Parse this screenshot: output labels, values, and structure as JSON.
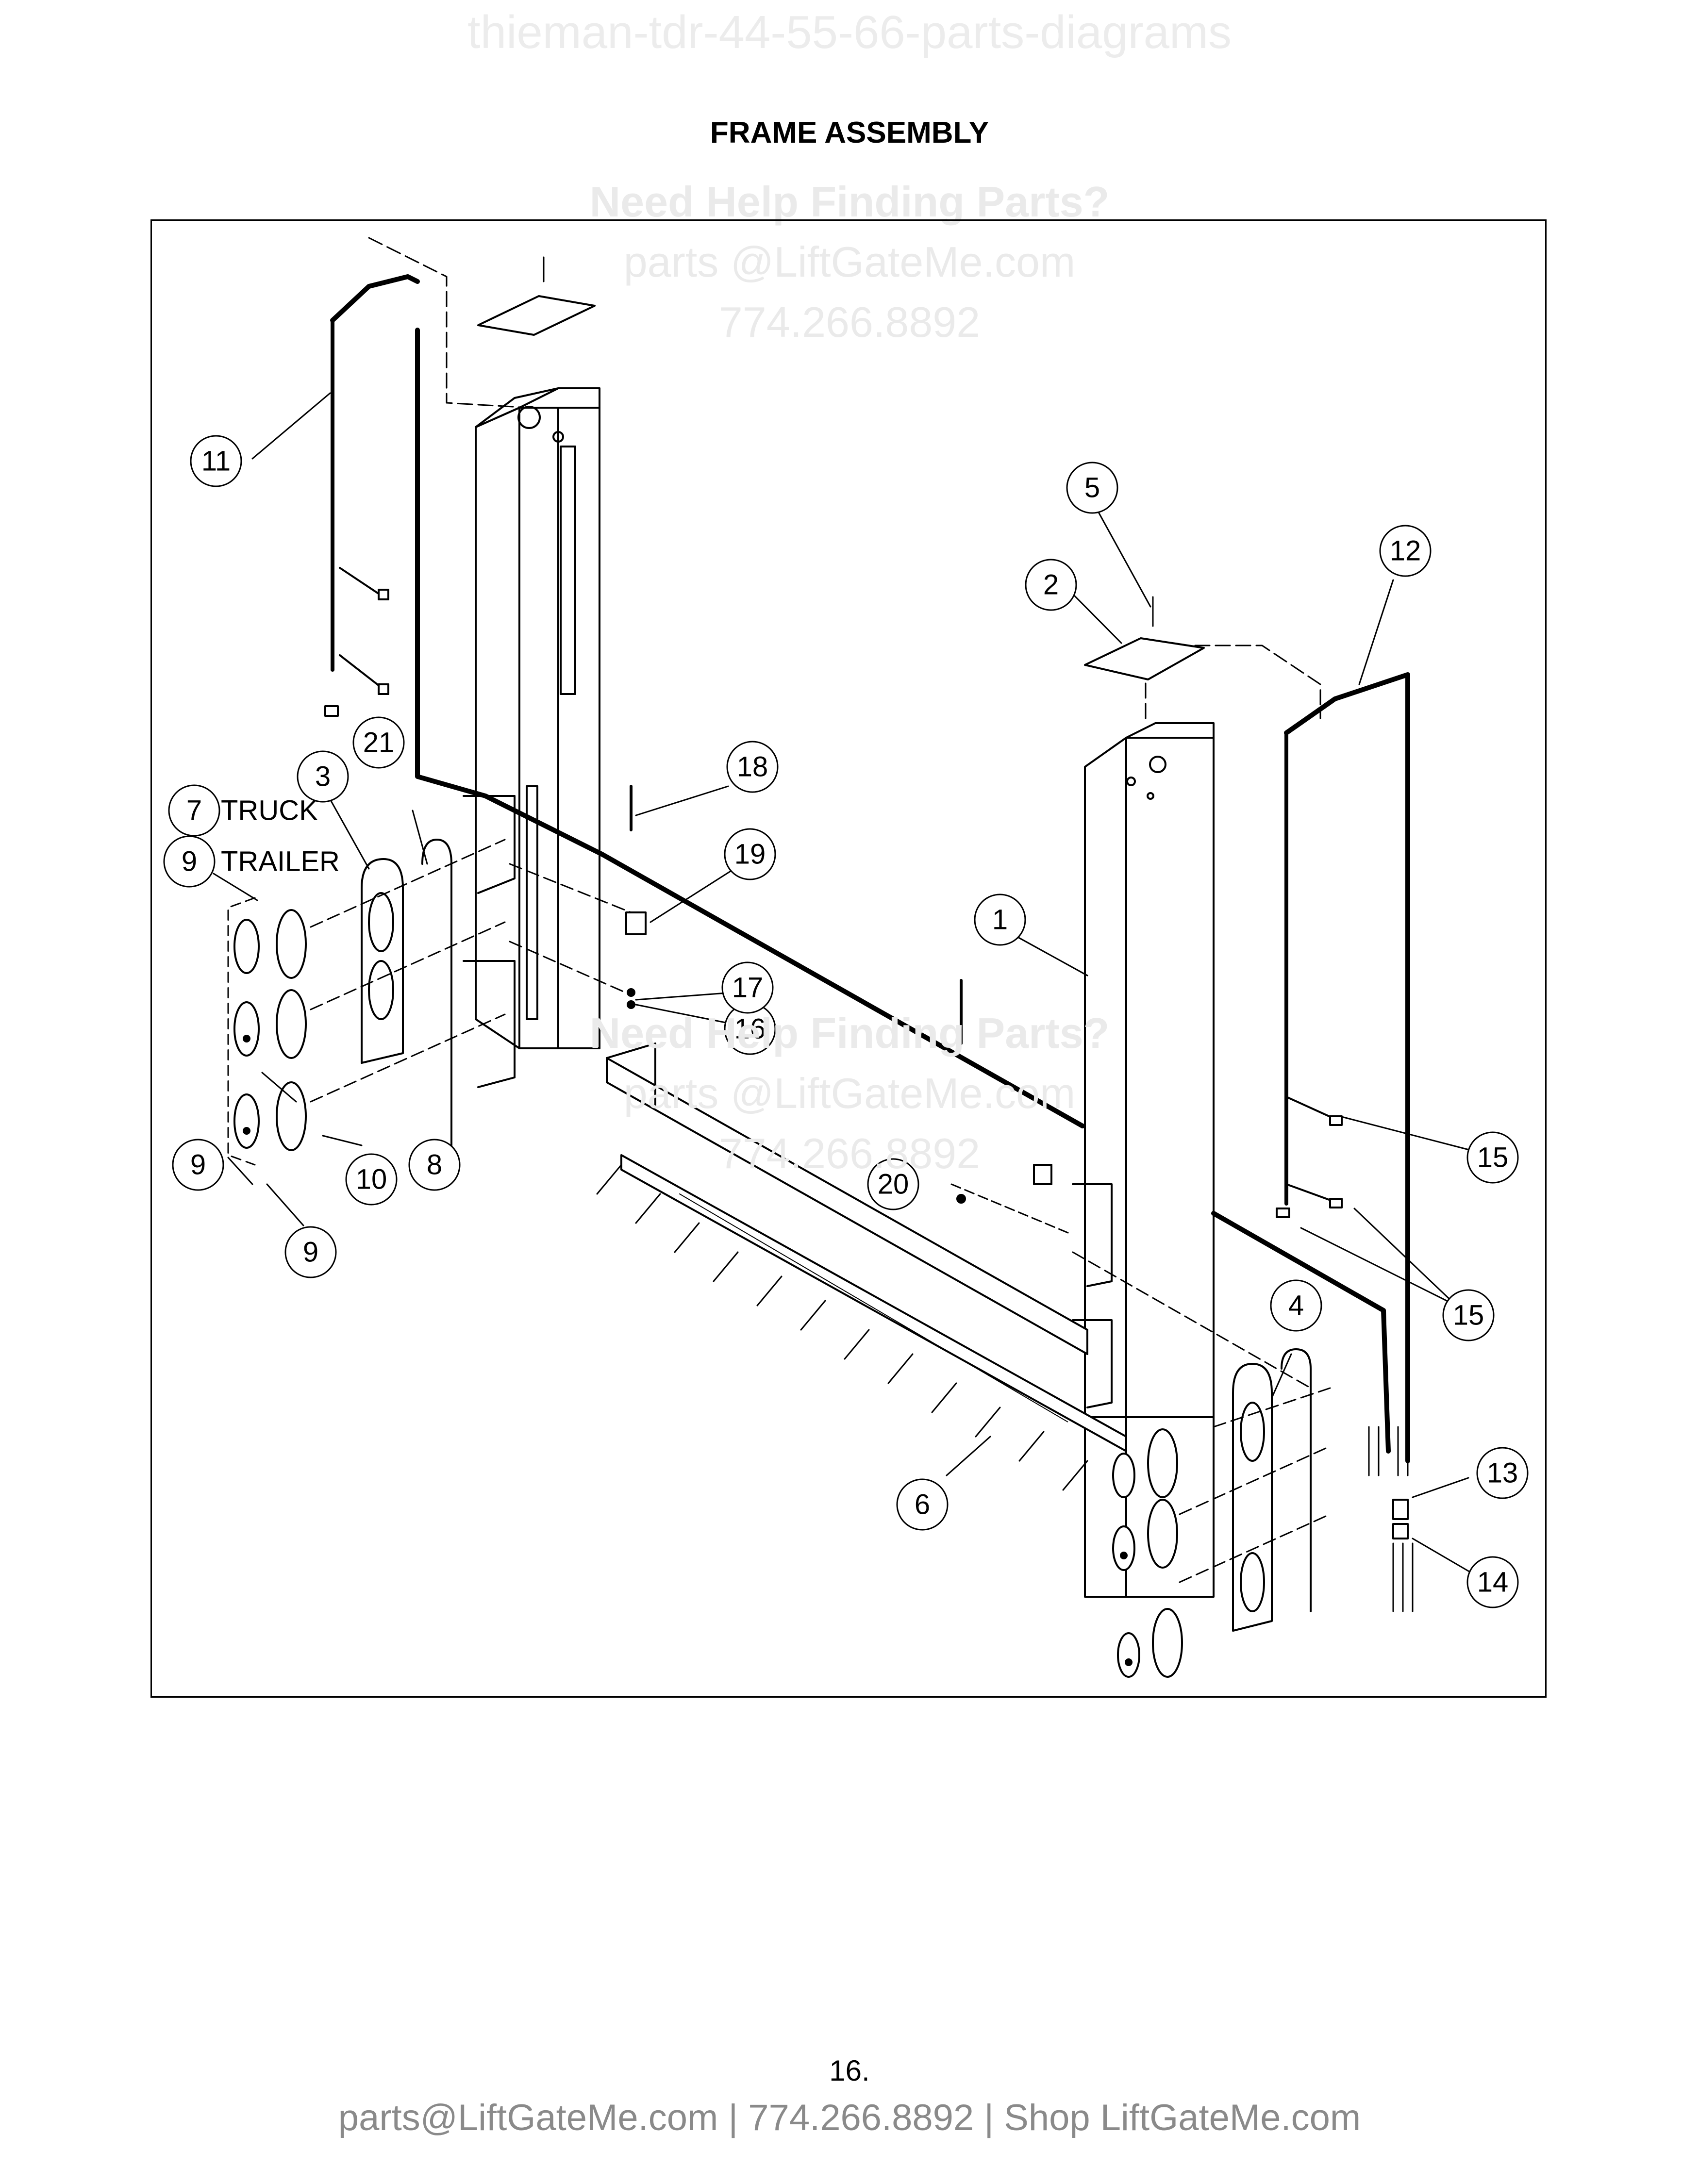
{
  "watermark_top": "thieman-tdr-44-55-66-parts-diagrams",
  "title": "FRAME ASSEMBLY",
  "help_watermark": {
    "line1": "Need Help Finding Parts?",
    "line2": "parts @LiftGateMe.com",
    "line3": "774.266.8892"
  },
  "side_labels": {
    "truck": "TRUCK",
    "trailer": "TRAILER"
  },
  "callouts": [
    "1",
    "2",
    "3",
    "4",
    "5",
    "6",
    "7",
    "8",
    "9",
    "10",
    "11",
    "12",
    "13",
    "14",
    "15",
    "16",
    "17",
    "18",
    "19",
    "20",
    "21"
  ],
  "page_number": "16.",
  "footer": "parts@LiftGateMe.com | 774.266.8892 | Shop LiftGateMe.com",
  "colors": {
    "line": "#000000",
    "watermark": "#e8e8e8",
    "footer": "#8a8a8a"
  }
}
